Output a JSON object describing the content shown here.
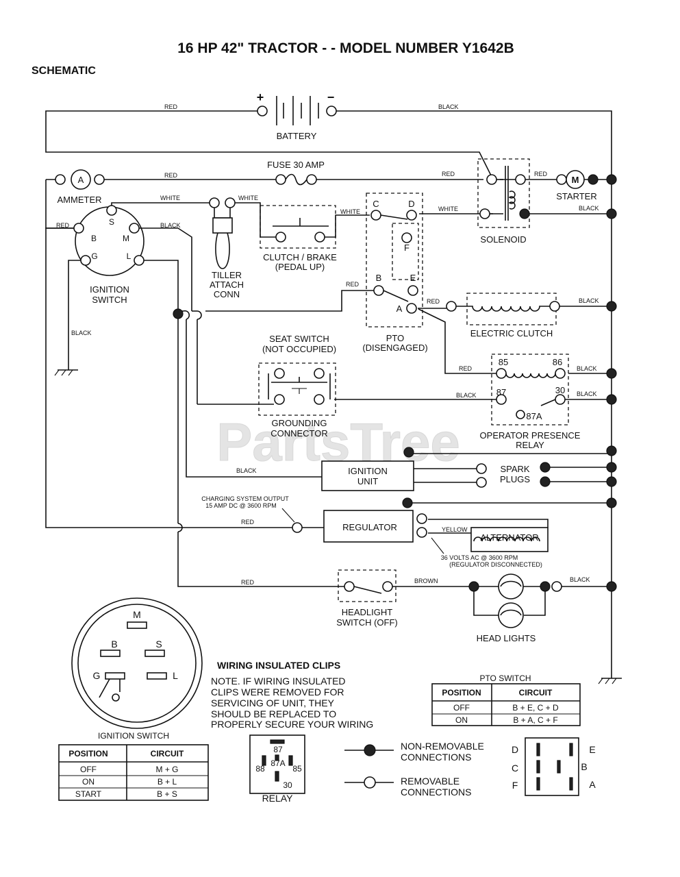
{
  "title": "16 HP 42\" TRACTOR - - MODEL NUMBER Y1642B",
  "subtitle": "SCHEMATIC",
  "watermark": "PartsTree",
  "components": {
    "battery": "BATTERY",
    "battery_plus": "+",
    "battery_minus": "−",
    "fuse": "FUSE 30 AMP",
    "ammeter": "AMMETER",
    "ammeter_symbol": "A",
    "starter": "STARTER",
    "starter_symbol": "M",
    "solenoid": "SOLENOID",
    "clutch_brake_1": "CLUTCH / BRAKE",
    "clutch_brake_2": "(PEDAL UP)",
    "tiller_1": "TILLER",
    "tiller_2": "ATTACH",
    "tiller_3": "CONN",
    "ignition_switch_1": "IGNITION",
    "ignition_switch_2": "SWITCH",
    "pto_1": "PTO",
    "pto_2": "(DISENGAGED)",
    "electric_clutch": "ELECTRIC CLUTCH",
    "seat_switch_1": "SEAT SWITCH",
    "seat_switch_2": "(NOT OCCUPIED)",
    "grounding_1": "GROUNDING",
    "grounding_2": "CONNECTOR",
    "opr_1": "OPERATOR PRESENCE",
    "opr_2": "RELAY",
    "ignition_unit_1": "IGNITION",
    "ignition_unit_2": "UNIT",
    "spark_1": "SPARK",
    "spark_2": "PLUGS",
    "regulator": "REGULATOR",
    "alternator": "ALTERNATOR",
    "charging_1": "CHARGING SYSTEM OUTPUT",
    "charging_2": "15 AMP DC @ 3600 RPM",
    "alt_volts_1": "36 VOLTS AC @ 3600 RPM",
    "alt_volts_2": "(REGULATOR DISCONNECTED)",
    "headlight_switch_1": "HEADLIGHT",
    "headlight_switch_2": "SWITCH (OFF)",
    "headlights": "HEAD LIGHTS"
  },
  "terminals": {
    "ign_s": "S",
    "ign_b": "B",
    "ign_m": "M",
    "ign_g": "G",
    "ign_l": "L",
    "pto_c": "C",
    "pto_d": "D",
    "pto_f": "F",
    "pto_b": "B",
    "pto_e": "E",
    "pto_a": "A",
    "relay_85": "85",
    "relay_86": "86",
    "relay_87": "87",
    "relay_30": "30",
    "relay_87a": "87A"
  },
  "wire_colors": {
    "red": "RED",
    "black": "BLACK",
    "white": "WHITE",
    "yellow": "YELLOW",
    "brown": "BROWN"
  },
  "ignition_switch_table": {
    "title": "IGNITION SWITCH",
    "headers": [
      "POSITION",
      "CIRCUIT"
    ],
    "rows": [
      [
        "OFF",
        "M + G"
      ],
      [
        "ON",
        "B + L"
      ],
      [
        "START",
        "B + S"
      ]
    ]
  },
  "pto_switch_table": {
    "title": "PTO SWITCH",
    "headers": [
      "POSITION",
      "CIRCUIT"
    ],
    "rows": [
      [
        "OFF",
        "B + E, C + D"
      ],
      [
        "ON",
        "B + A, C + F"
      ]
    ]
  },
  "ignition_face": {
    "m": "M",
    "b": "B",
    "s": "S",
    "g": "G",
    "l": "L"
  },
  "clips": {
    "heading": "WIRING INSULATED CLIPS",
    "note_lines": [
      "NOTE. IF WIRING INSULATED",
      "CLIPS WERE REMOVED FOR",
      "SERVICING OF UNIT, THEY",
      "SHOULD BE REPLACED TO",
      "PROPERLY SECURE YOUR WIRING"
    ]
  },
  "relay_face": {
    "p87": "87",
    "p87a": "87A",
    "p88": "88",
    "p85": "85",
    "p30": "30",
    "label": "RELAY"
  },
  "legend": {
    "nonremovable_1": "NON-REMOVABLE",
    "nonremovable_2": "CONNECTIONS",
    "removable_1": "REMOVABLE",
    "removable_2": "CONNECTIONS"
  },
  "pto_face": {
    "d": "D",
    "c": "C",
    "f": "F",
    "e": "E",
    "b": "B",
    "a": "A"
  }
}
